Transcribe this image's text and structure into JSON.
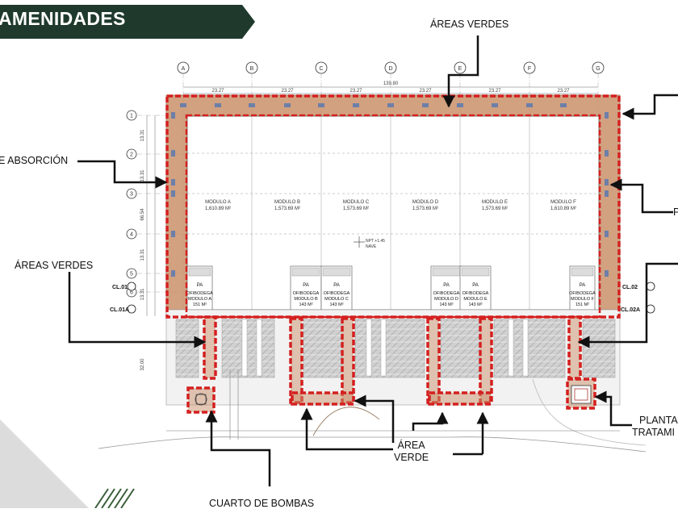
{
  "header": {
    "title": "AMENIDADES",
    "banner_color": "#1f3a2d"
  },
  "colors": {
    "green_area_outline": "#d42020",
    "green_area_fill": "#c9906a",
    "arrow": "#111111",
    "wall_fill": "#b98a66",
    "parking": "#c8c8c8"
  },
  "callouts": {
    "areas_verdes_top": "ÁREAS VERDES",
    "absorcion": "E ABSORCIÓN",
    "areas_verdes_left": "ÁREAS VERDES",
    "area_verde_line1": "ÁREA",
    "area_verde_line2": "VERDE",
    "cuarto_bombas": "CUARTO DE BOMBAS",
    "planta_line1": "PLANTA",
    "planta_line2": "TRATAMI",
    "right_mid": "P"
  },
  "grid_columns": [
    "A",
    "B",
    "C",
    "D",
    "E",
    "F",
    "G"
  ],
  "grid_rows": [
    "1",
    "2",
    "3",
    "4",
    "5",
    "6"
  ],
  "modules": [
    {
      "name": "MODULO A",
      "area": "1,610.89 M²"
    },
    {
      "name": "MODULO B",
      "area": "1,573.69 M²"
    },
    {
      "name": "MODULO C",
      "area": "1,573.69 M²"
    },
    {
      "name": "MODULO D",
      "area": "1,573.69 M²"
    },
    {
      "name": "MODULO E",
      "area": "1,573.69 M²"
    },
    {
      "name": "MODULO F",
      "area": "1,610.89 M²"
    }
  ],
  "offices": [
    {
      "pa": "PA",
      "line1": "OFIBODEGA",
      "line2": "MODULO A",
      "line3": "151 M²"
    },
    {
      "pa": "PA",
      "line1": "OFIBODEGA",
      "line2": "MODULO B",
      "line3": "143 M²"
    },
    {
      "pa": "PA",
      "line1": "OFIBODEGA",
      "line2": "MODULO C",
      "line3": "143 M²"
    },
    {
      "pa": "PA",
      "line1": "OFIBODEGA",
      "line2": "MODULO D",
      "line3": "143 M²"
    },
    {
      "pa": "PA",
      "line1": "OFIBODEGA",
      "line2": "MODULO E",
      "line3": "143 M²"
    },
    {
      "pa": "PA",
      "line1": "OFIBODEGA",
      "line2": "MODULO F",
      "line3": "151 M²"
    }
  ],
  "section_marks": {
    "cl01": "CL.01",
    "cl01a": "CL.01A",
    "cl02": "CL.02",
    "cl02a": "CL.02A"
  },
  "dimensions": {
    "total_width": "139.80",
    "bay": "23.27",
    "row": "13.31",
    "row_total": "66.54",
    "row_last": "13.31",
    "yard": "32.00"
  },
  "level_note": "NPT +1.45",
  "level_note2": "NAVE"
}
